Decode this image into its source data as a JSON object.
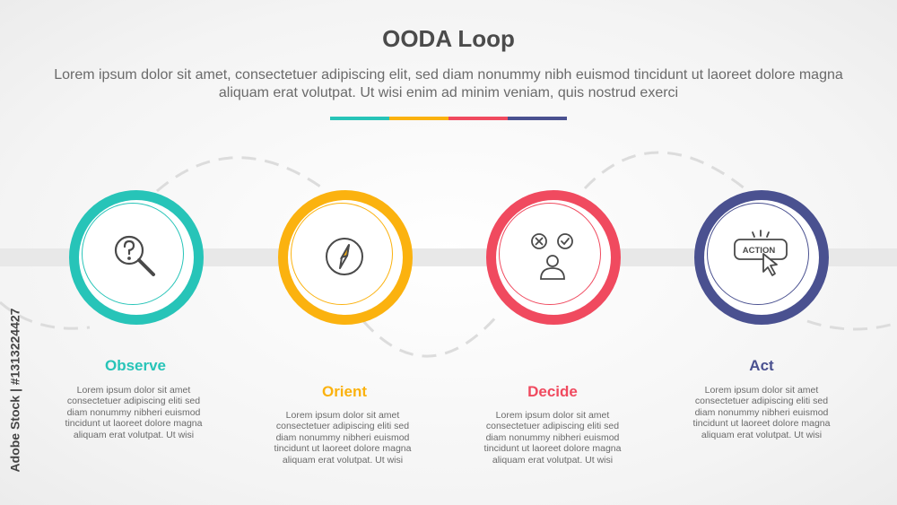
{
  "header": {
    "title": "OODA Loop",
    "subtitle": "Lorem ipsum dolor sit amet, consectetuer adipiscing elit, sed diam nonummy nibh euismod tincidunt ut laoreet dolore magna aliquam erat volutpat. Ut wisi enim ad minim veniam, quis nostrud exerci"
  },
  "colors": {
    "teal": "#27c4b8",
    "yellow": "#fbb20f",
    "red": "#f04a5f",
    "navy": "#4a5190",
    "band": "#e8e8e8",
    "dash": "#dcdcdc"
  },
  "steps": [
    {
      "title": "Observe",
      "icon": "magnifier-question-icon",
      "color": "#27c4b8",
      "description": "Lorem ipsum dolor sit amet consectetuer adipiscing eliti sed diam nonummy nibheri euismod tincidunt ut laoreet dolore magna aliquam erat volutpat. Ut wisi"
    },
    {
      "title": "Orient",
      "icon": "compass-icon",
      "color": "#fbb20f",
      "description": "Lorem ipsum dolor sit amet consectetuer adipiscing eliti sed diam nonummy nibheri euismod tincidunt ut laoreet dolore magna aliquam erat volutpat. Ut wisi"
    },
    {
      "title": "Decide",
      "icon": "decision-person-icon",
      "color": "#f04a5f",
      "description": "Lorem ipsum dolor sit amet consectetuer adipiscing eliti sed diam nonummy nibheri euismod tincidunt ut laoreet dolore magna aliquam erat volutpat. Ut wisi"
    },
    {
      "title": "Act",
      "icon": "action-button-icon",
      "color": "#4a5190",
      "icon_label": "ACTION",
      "description": "Lorem ipsum dolor sit amet consectetuer adipiscing eliti sed diam nonummy nibheri euismod tincidunt ut laoreet dolore magna aliquam erat volutpat. Ut wisi"
    }
  ],
  "watermark": "Adobe Stock | #1313224427"
}
